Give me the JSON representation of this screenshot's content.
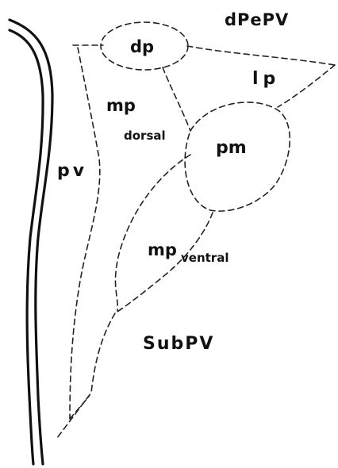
{
  "regions": {
    "dpepv": "dPePV",
    "dp": "dp",
    "lp": "lp",
    "mp_dorsal_main": "mp",
    "mp_dorsal_sub": "dorsal",
    "pm": "pm",
    "pv": "pv",
    "mp_ventral_main": "mp",
    "mp_ventral_sub": "ventral",
    "subpv": "SubPV"
  }
}
